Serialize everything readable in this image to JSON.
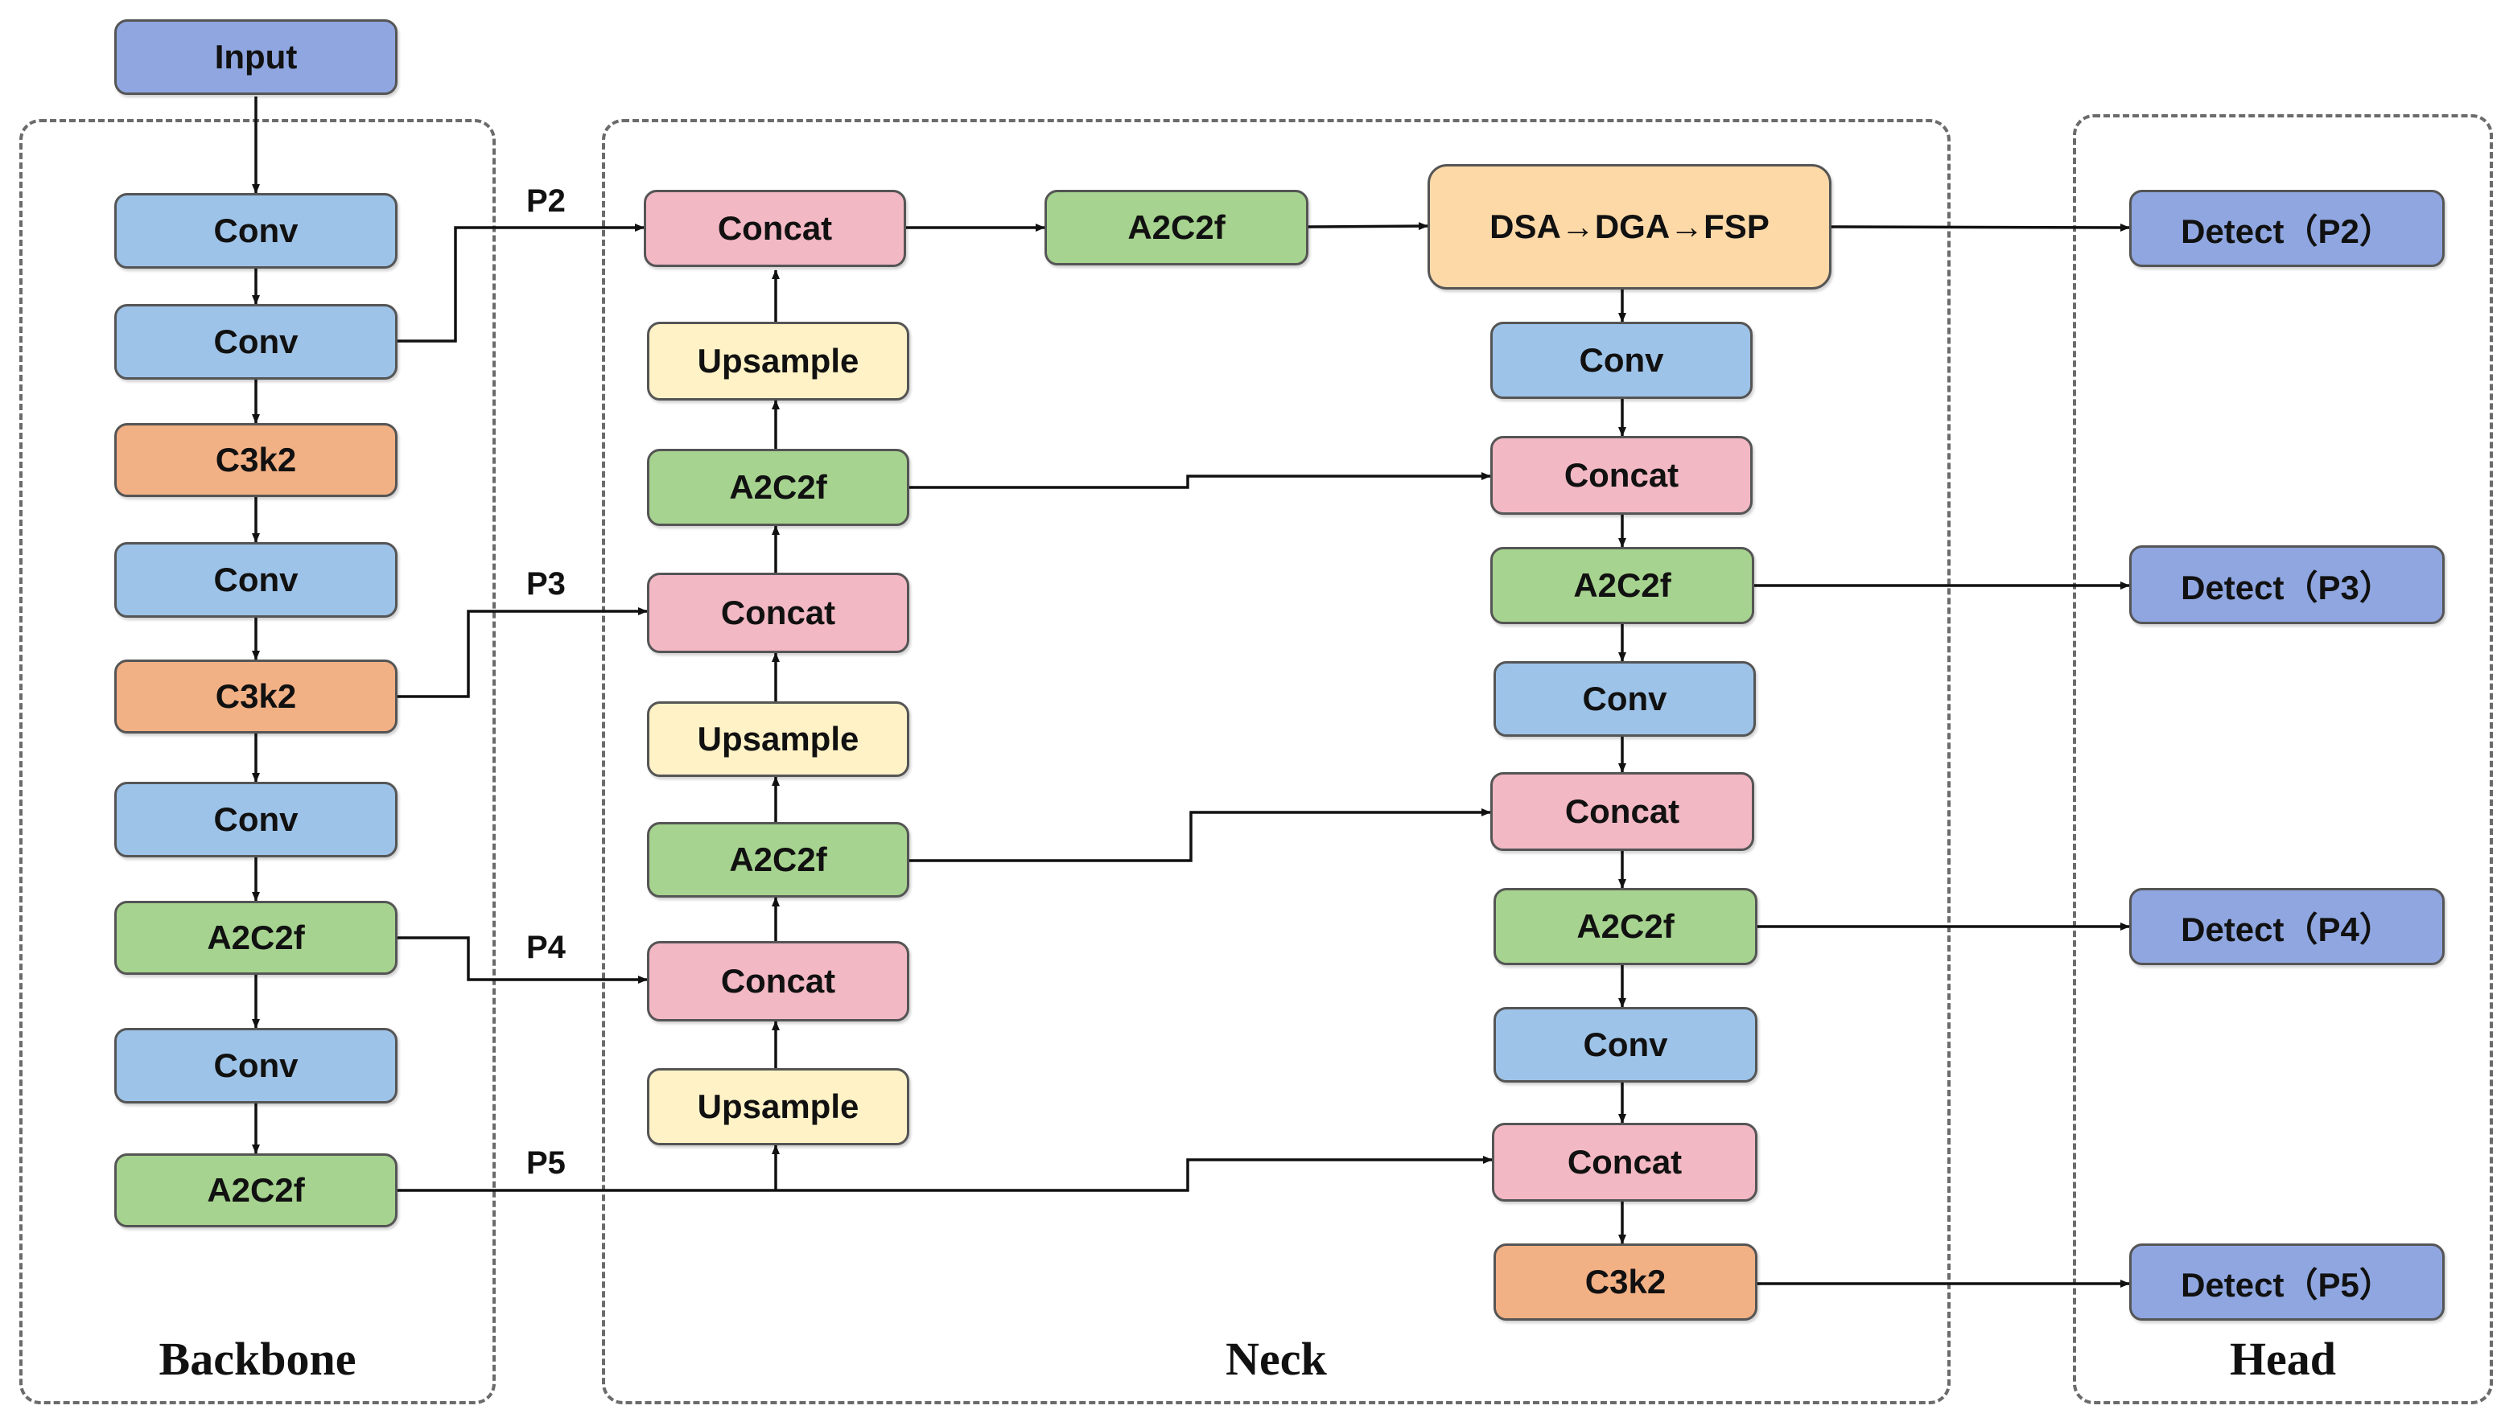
{
  "sections": {
    "backbone": "Backbone",
    "neck": "Neck",
    "head": "Head"
  },
  "labels": {
    "p2": "P2",
    "p3": "P3",
    "p4": "P4",
    "p5": "P5"
  },
  "backbone": {
    "input": "Input",
    "conv1": "Conv",
    "conv2": "Conv",
    "c3k2_1": "C3k2",
    "conv3": "Conv",
    "c3k2_2": "C3k2",
    "conv4": "Conv",
    "a2c2f_1": "A2C2f",
    "conv5": "Conv",
    "a2c2f_2": "A2C2f"
  },
  "neck": {
    "concat1": "Concat",
    "a2c2f_top": "A2C2f",
    "fusion": "DSA→DGA→FSP",
    "upsample1": "Upsample",
    "a2c2f1": "A2C2f",
    "concat2": "Concat",
    "upsample2": "Upsample",
    "a2c2f2": "A2C2f",
    "concat3": "Concat",
    "upsample3": "Upsample",
    "conv_r1": "Conv",
    "concat_r1": "Concat",
    "a2c2f_r1": "A2C2f",
    "conv_r2": "Conv",
    "concat_r2": "Concat",
    "a2c2f_r2": "A2C2f",
    "conv_r3": "Conv",
    "concat_r3": "Concat",
    "c3k2_r": "C3k2"
  },
  "head": {
    "detect_p2": "Detect（P2）",
    "detect_p3": "Detect（P3）",
    "detect_p4": "Detect（P4）",
    "detect_p5": "Detect（P5）"
  }
}
